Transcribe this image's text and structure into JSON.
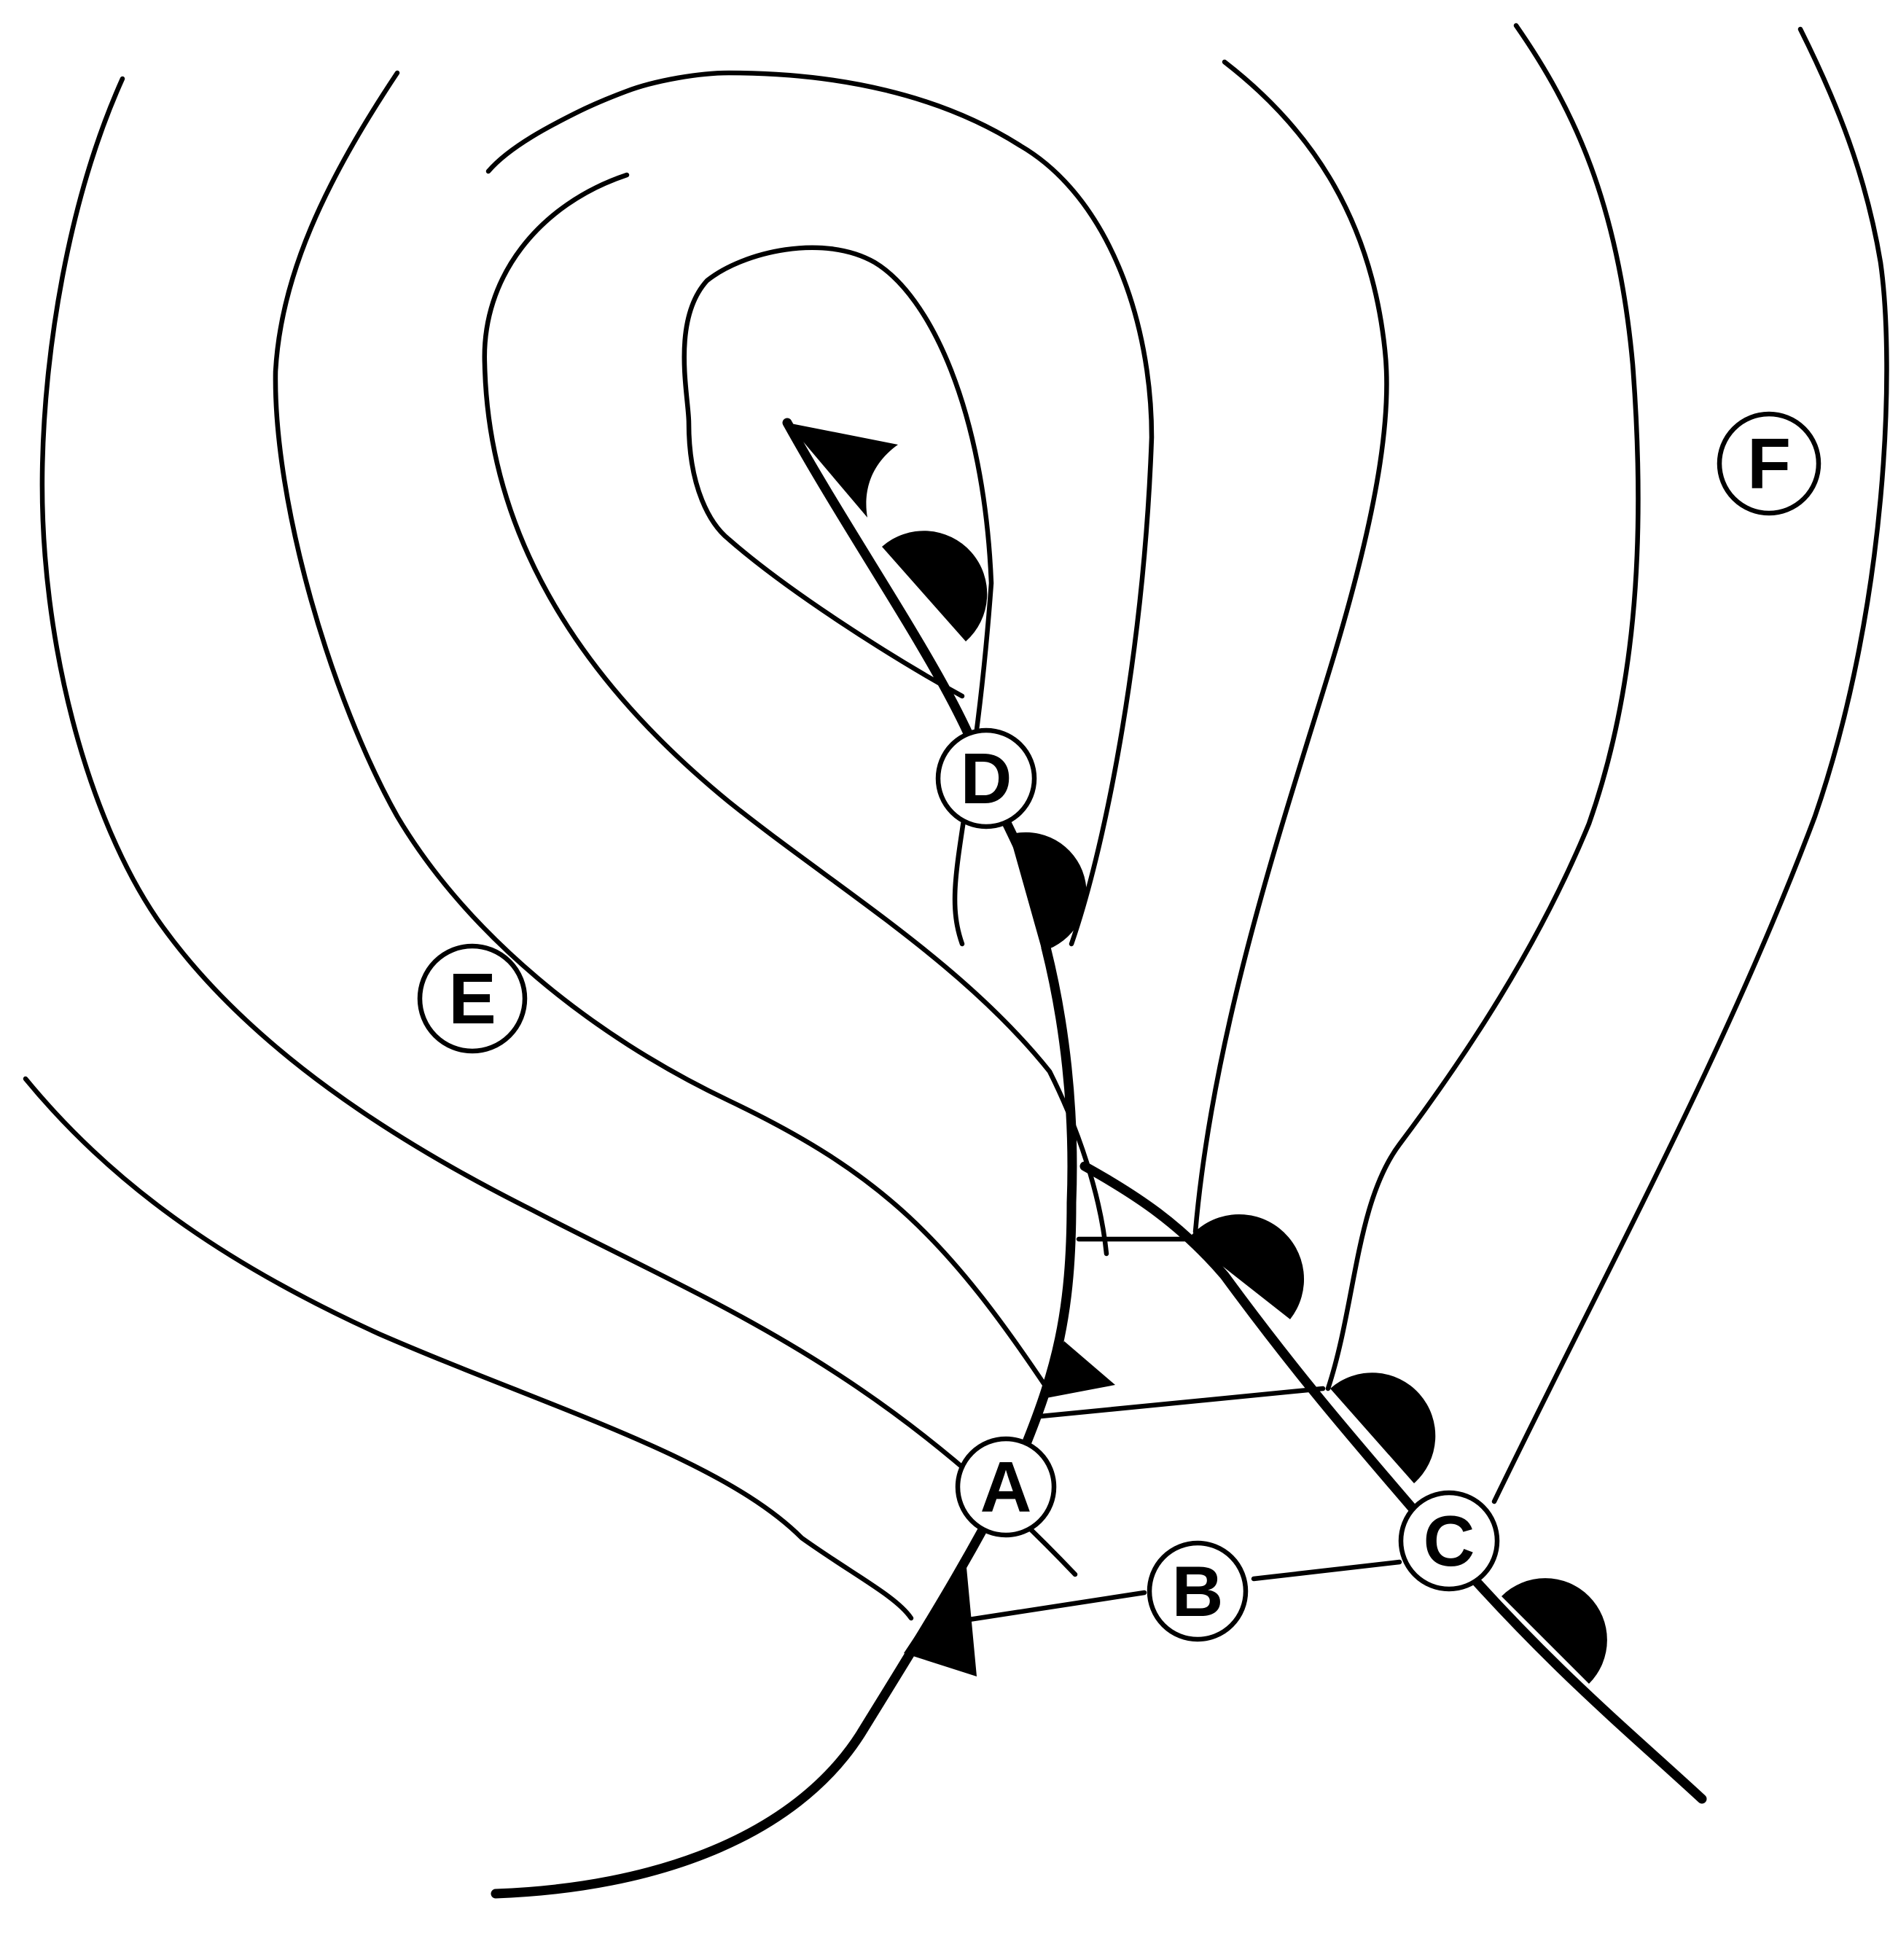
{
  "labels": {
    "a": "A",
    "b": "B",
    "c": "C",
    "d": "D",
    "e": "E",
    "f": "F"
  },
  "symbols": {
    "cold_front": "triangle-barbs",
    "warm_front": "semicircle-barbs",
    "occluded_front": "alternating-triangle-semicircle"
  }
}
